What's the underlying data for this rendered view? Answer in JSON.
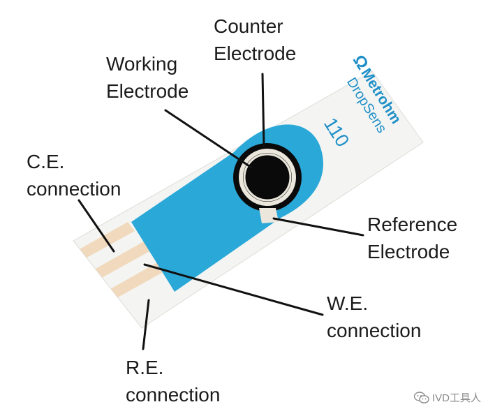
{
  "labels": {
    "counter": {
      "line1": "Counter",
      "line2": "Electrode"
    },
    "working": {
      "line1": "Working",
      "line2": "Electrode"
    },
    "ce": {
      "line1": "C.E.",
      "line2": "connection"
    },
    "reference": {
      "line1": "Reference",
      "line2": "Electrode"
    },
    "we": {
      "line1": "W.E.",
      "line2": "connection"
    },
    "re": {
      "line1": "R.E.",
      "line2": "connection"
    }
  },
  "brand": {
    "logo": "Ω",
    "name": "Metrohm",
    "product": "DropSens",
    "model": "110"
  },
  "watermark": {
    "text": "IVD工具人",
    "icon": "wechat-icon"
  },
  "colors": {
    "strip": "#f4f5f3",
    "blue_layer": "#2aa8d8",
    "electrode_black": "#0a0a0a",
    "reference_silver": "#ebe7dc",
    "contact_pads": "#f1d9bd",
    "brand_text": "#1f8fc7",
    "leader_lines": "#111111"
  }
}
